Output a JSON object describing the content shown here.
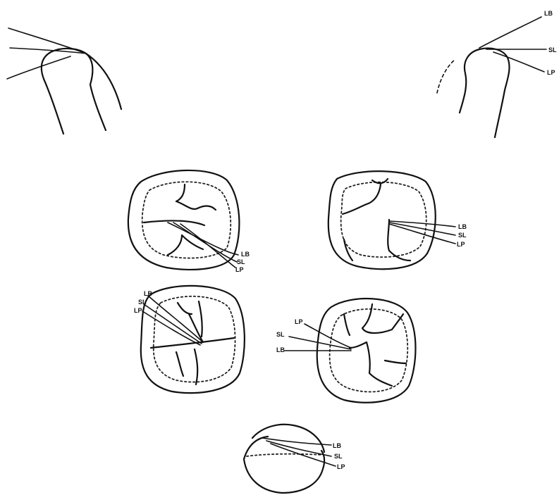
{
  "labels": {
    "lb": "LB",
    "sl": "SL",
    "lp": "LP"
  },
  "colors": {
    "ink": "#111111",
    "background": "#ffffff"
  }
}
